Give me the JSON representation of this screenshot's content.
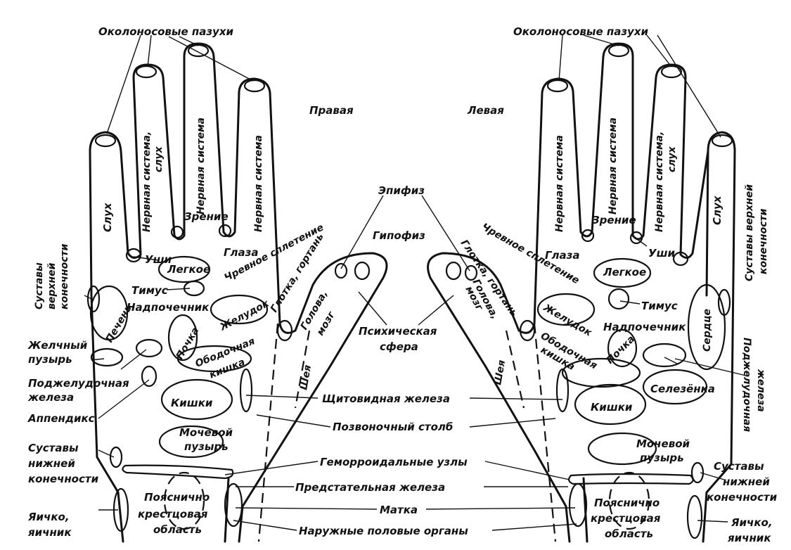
{
  "colors": {
    "ink": "#111111",
    "paper": "#ffffff"
  },
  "hands": {
    "right": "Правая",
    "left": "Левая"
  },
  "center": {
    "epiphysis": "Эпифиз",
    "hypophysis": "Гипофиз",
    "psychic_1": "Психическая",
    "psychic_2": "сфера",
    "thyroid": "Щитовидная железа",
    "spine": "Позвоночный столб",
    "hemorrhoids": "Геморроидальные узлы",
    "prostate": "Предстательная  железа",
    "uterus": "Матка",
    "genitals": "Наружные половые органы"
  },
  "right_hand": {
    "sinuses": "Околоносовые пазухи",
    "finger_hearing": "Слух",
    "nerve_hearing_1": "Нервная система,",
    "nerve_hearing_2": "слух",
    "nerve_system_a": "Нервная система",
    "nerve_system_b": "Нервная система",
    "ears": "Уши",
    "vision": "Зрение",
    "eyes": "Глаза",
    "upper_joints_1": "Суставы",
    "upper_joints_2": "верхней",
    "upper_joints_3": "конечности",
    "lung": "Легкое",
    "solar_plexus": "Чревное сплетение",
    "throat": "Глотка, гортань",
    "thymus": "Тимус",
    "adrenal": "Надпочечник",
    "stomach": "Желудок",
    "liver": "Печень",
    "head_1": "Голова,",
    "head_2": "мозг",
    "kidney": "Почка",
    "colon_1": "Ободочная",
    "colon_2": "кишка",
    "gallbladder_1": "Желчный",
    "gallbladder_2": "пузырь",
    "pancreas_1": "Поджелудочная",
    "pancreas_2": "железа",
    "neck": "Шея",
    "intestines": "Кишки",
    "appendix": "Аппендикс",
    "bladder_1": "Мочевой",
    "bladder_2": "пузырь",
    "lower_joints_1": "Суставы",
    "lower_joints_2": "нижней",
    "lower_joints_3": "конечности",
    "lumbar_1": "Пояснично",
    "lumbar_2": "крестцовая",
    "lumbar_3": "область",
    "testis_1": "Яичко,",
    "testis_2": "яичник"
  },
  "left_hand": {
    "sinuses": "Околоносовые пазухи",
    "nerve_system_a": "Нервная система",
    "nerve_system_b": "Нервная система",
    "nerve_hearing_1": "Нервная система,",
    "nerve_hearing_2": "слух",
    "finger_hearing": "Слух",
    "vision": "Зрение",
    "eyes": "Глаза",
    "ears": "Уши",
    "upper_joints_1": "Суставы верхней",
    "upper_joints_2": "конечности",
    "solar_plexus": "Чревное сплетение",
    "throat": "Глотка, гортань",
    "head_1": "Голова,",
    "head_2": "мозг",
    "lung": "Легкое",
    "thymus": "Тимус",
    "stomach": "Желудок",
    "adrenal": "Надпочечник",
    "heart": "Сердце",
    "kidney": "Почка",
    "pancreas_1": "Поджелудочная",
    "pancreas_2": "железа",
    "colon_1": "Ободочная",
    "colon_2": "кишка",
    "spleen": "Селезёнка",
    "neck": "Шея",
    "intestines": "Кишки",
    "bladder_1": "Мочевой",
    "bladder_2": "пузырь",
    "lower_joints_1": "Суставы",
    "lower_joints_2": "нижней",
    "lower_joints_3": "конечности",
    "lumbar_1": "Пояснично",
    "lumbar_2": "крестцовая",
    "lumbar_3": "область",
    "testis_1": "Яичко,",
    "testis_2": "яичник"
  }
}
